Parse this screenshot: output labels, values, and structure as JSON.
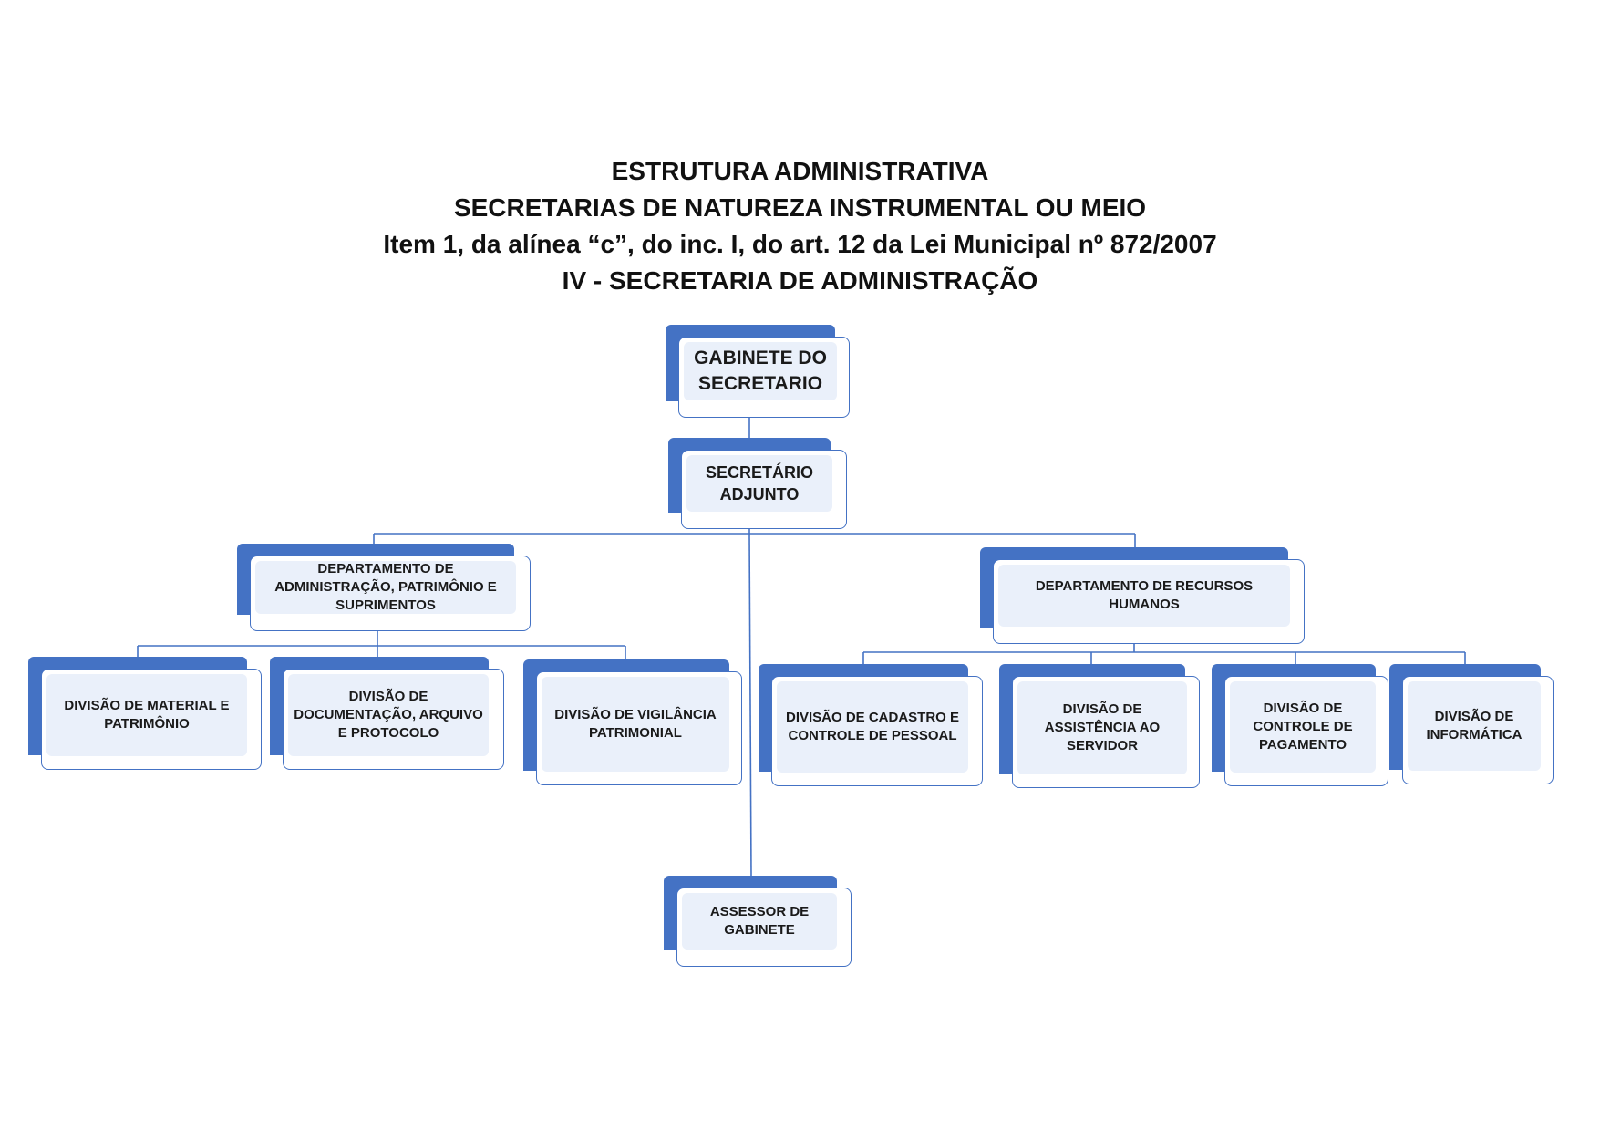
{
  "header": {
    "line1": "ESTRUTURA ADMINISTRATIVA",
    "line2": "SECRETARIAS DE NATUREZA INSTRUMENTAL OU MEIO",
    "line3": "Item 1, da alínea “c”, do inc. I, do art. 12 da Lei Municipal nº  872/2007",
    "line4": "IV - SECRETARIA DE ADMINISTRAÇÃO"
  },
  "nodes": {
    "gabinete": "GABINETE DO SECRETARIO",
    "adjunto": "SECRETÁRIO ADJUNTO",
    "dep_admin": "DEPARTAMENTO DE ADMINISTRAÇÃO, PATRIMÔNIO E SUPRIMENTOS",
    "dep_rh": "DEPARTAMENTO DE RECURSOS HUMANOS",
    "div_material": "DIVISÃO DE MATERIAL E PATRIMÔNIO",
    "div_documentacao": "DIVISÃO DE DOCUMENTAÇÃO, ARQUIVO E PROTOCOLO",
    "div_vigilancia": "DIVISÃO DE VIGILÂNCIA PATRIMONIAL",
    "div_cadastro": "DIVISÃO DE CADASTRO E CONTROLE DE PESSOAL",
    "div_assistencia": "DIVISÃO DE ASSISTÊNCIA AO SERVIDOR",
    "div_pagamento": "DIVISÃO DE CONTROLE DE PAGAMENTO",
    "div_informatica": "DIVISÃO DE INFORMÁTICA",
    "assessor": "ASSESSOR DE GABINETE"
  },
  "colors": {
    "accent": "#4472c4",
    "box_fill": "#eaf0fa",
    "connector": "#4472c4"
  }
}
